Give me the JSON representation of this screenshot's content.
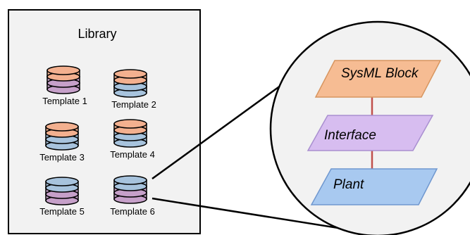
{
  "library": {
    "title": "Library",
    "templates": [
      {
        "label": "Template 1",
        "icon": "database-icon",
        "colors": [
          "#c6a0c9",
          "#f3b08f"
        ]
      },
      {
        "label": "Template 2",
        "icon": "database-icon",
        "colors": [
          "#a7c3dd",
          "#f3b08f"
        ]
      },
      {
        "label": "Template 3",
        "icon": "database-icon",
        "colors": [
          "#a7c3dd",
          "#f3b08f"
        ]
      },
      {
        "label": "Template 4",
        "icon": "database-icon",
        "colors": [
          "#a7c3dd",
          "#f3b08f"
        ]
      },
      {
        "label": "Template 5",
        "icon": "database-icon",
        "colors": [
          "#c6a0c9",
          "#a7c3dd"
        ]
      },
      {
        "label": "Template 6",
        "icon": "database-icon",
        "colors": [
          "#c6a0c9",
          "#a7c3dd"
        ]
      }
    ]
  },
  "zoom": {
    "blocks": [
      {
        "label": "SysML Block",
        "fill": "#f6bc93",
        "stroke": "#d7955f"
      },
      {
        "label": "Interface",
        "fill": "#d7bdf0",
        "stroke": "#a98fd0"
      },
      {
        "label": "Plant",
        "fill": "#a8c9f0",
        "stroke": "#6f97cf"
      }
    ],
    "arrow_color": "#c0504d"
  },
  "colors": {
    "panel_fill": "#f2f2f2",
    "panel_stroke": "#000000",
    "circle_fill": "#f2f2f2"
  }
}
